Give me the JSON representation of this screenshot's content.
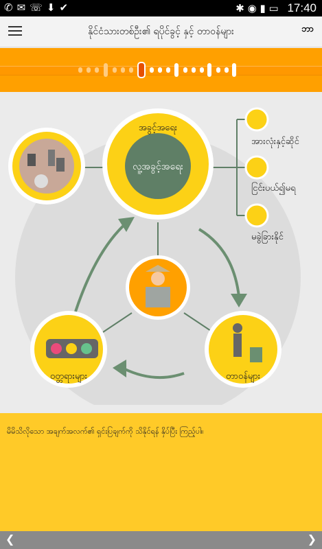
{
  "statusbar": {
    "time": "17:40"
  },
  "appbar": {
    "title": "နိုင်ငံသားတစ်ဦး၏ ရပိုင်ခွင့် နှင့် တာဝန်များ",
    "brand": "ဘာ"
  },
  "diagram": {
    "top_label": "အခွင့်အရေး",
    "center_label": "လူ့အခွင့်အရေး",
    "side_items": [
      "အားလုံးနှင့်ဆိုင်",
      "ငြင်းပယ်၍မရ",
      "မခွဲခြားနိုင်"
    ],
    "left_bottom_label": "ဝတ္တရားများ",
    "right_bottom_label": "တာဝန်များ"
  },
  "bottom_panel": {
    "text": "မိမိသိလိုသော အချက်အလက်၏ ရှင်းပြချက်ကို သိနိုင်ရန် နှိပ်ပြီး ကြည့်ပါ။"
  },
  "colors": {
    "accent": "#ffa000",
    "yellow": "#fcd116",
    "green": "#6b8f71",
    "grey": "#dcdcdc"
  },
  "icons": [
    "menu-icon",
    "brand-icon",
    "globe-icon",
    "thumb-icon",
    "chain-icon",
    "traffic-light-icon",
    "worker-icon",
    "person-trash-icon"
  ]
}
